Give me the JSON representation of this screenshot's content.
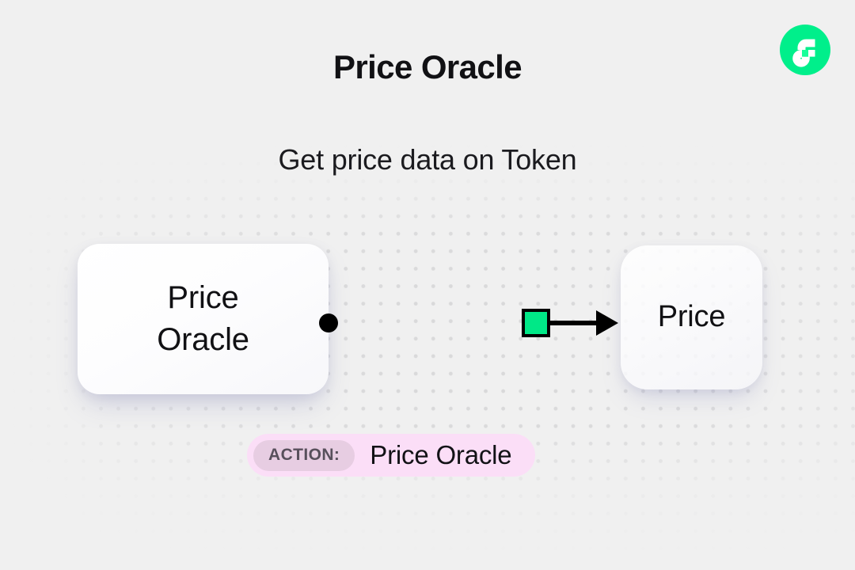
{
  "header": {
    "title": "Price Oracle",
    "subtitle": "Get price data on Token",
    "logo_name": "flow-blockchain-logo",
    "logo_color": "#00ef8b"
  },
  "diagram": {
    "source_node": {
      "label": "Price\nOracle",
      "line1": "Price",
      "line2": "Oracle"
    },
    "target_node": {
      "label": "Price"
    },
    "connector": {
      "start_marker": "dot",
      "end_marker": "arrow",
      "midpoint_marker": "square",
      "midpoint_color": "#00e887",
      "line_color": "#000000"
    }
  },
  "action_badge": {
    "key": "ACTION:",
    "value": "Price Oracle",
    "badge_color": "#fbdef7",
    "key_pill_color": "#e7cde2"
  },
  "theme": {
    "background": "#f0f0f0",
    "dot_color": "#d9d9da",
    "accent_green": "#00e887",
    "text_primary": "#111114"
  }
}
